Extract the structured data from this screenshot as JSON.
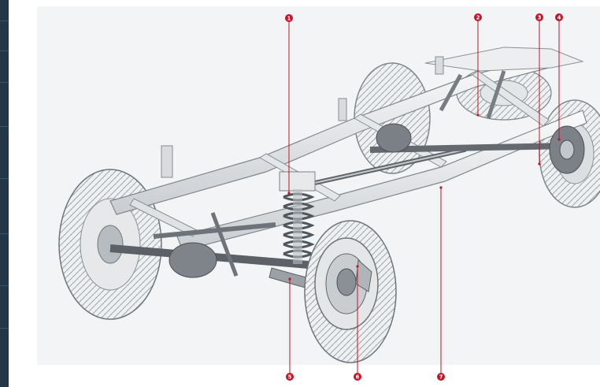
{
  "callouts": [
    {
      "label": "1"
    },
    {
      "label": "2"
    },
    {
      "label": "3"
    },
    {
      "label": "4"
    },
    {
      "label": "5"
    },
    {
      "label": "6"
    },
    {
      "label": "7"
    }
  ],
  "colors": {
    "sidebar": "#243746",
    "panel_background": "#f3f4f5",
    "callout": "#c2152a",
    "frame": "#e8eaec"
  }
}
